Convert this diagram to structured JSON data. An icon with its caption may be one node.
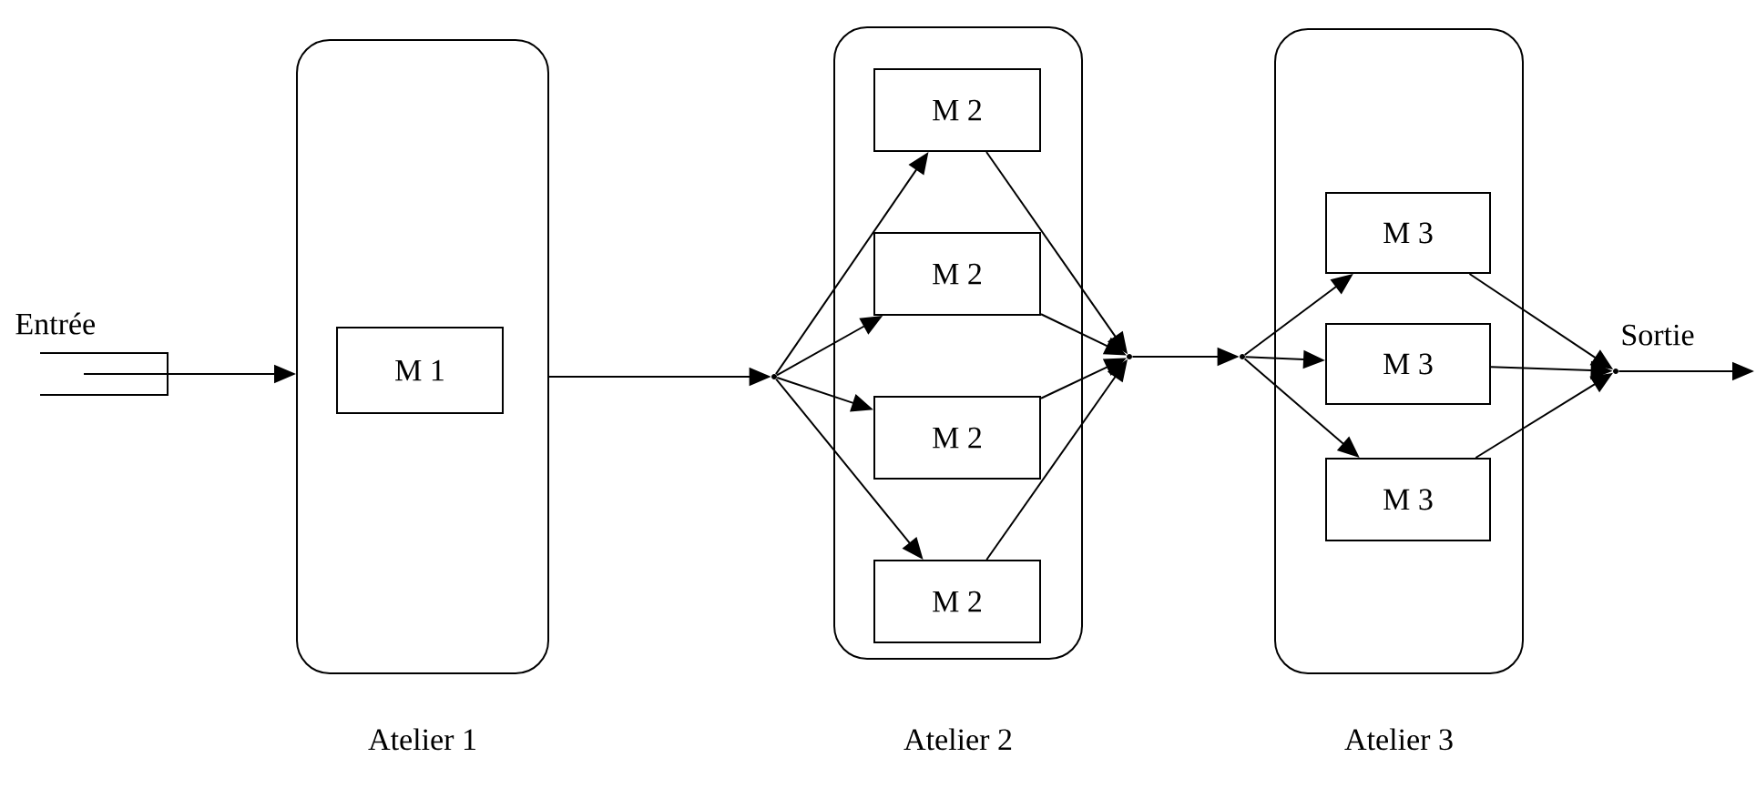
{
  "diagram": {
    "nodes": [
      {
        "text": [
          "Entrée"
        ]
      },
      {
        "text": [
          "Atelier 1"
        ]
      },
      {
        "text": [
          "M 1"
        ],
        "in": 1
      },
      {
        "text": [
          "Atelier 2"
        ]
      },
      {
        "text": [
          "M 2"
        ],
        "in": 3
      },
      {
        "text": [
          "M 2"
        ],
        "in": 3
      },
      {
        "text": [
          "M 2"
        ],
        "in": 3
      },
      {
        "text": [
          "M 2"
        ],
        "in": 3
      },
      {
        "text": [
          "Atelier 3"
        ]
      },
      {
        "text": [
          "M 3"
        ],
        "in": 8
      },
      {
        "text": [
          "M 3"
        ],
        "in": 8
      },
      {
        "text": [
          "M 3"
        ],
        "in": 8
      },
      {
        "text": [],
        "shape": "point"
      },
      {
        "text": [],
        "shape": "point"
      },
      {
        "text": [],
        "shape": "point"
      },
      {
        "text": [],
        "shape": "point",
        "beside": [
          "Sortie"
        ]
      }
    ],
    "edges": [
      {
        "from": 0,
        "to": 1,
        "arrow": "to"
      },
      {
        "from": 1,
        "to": 12,
        "arrow": "to"
      },
      {
        "from": 12,
        "to": 4,
        "arrow": "to"
      },
      {
        "from": 12,
        "to": 5,
        "arrow": "to"
      },
      {
        "from": 12,
        "to": 6,
        "arrow": "to"
      },
      {
        "from": 12,
        "to": 7,
        "arrow": "to"
      },
      {
        "from": 4,
        "to": 13,
        "arrow": "to"
      },
      {
        "from": 5,
        "to": 13,
        "arrow": "to"
      },
      {
        "from": 6,
        "to": 13,
        "arrow": "to"
      },
      {
        "from": 7,
        "to": 13,
        "arrow": "to"
      },
      {
        "from": 13,
        "to": 14,
        "arrow": "to"
      },
      {
        "from": 14,
        "to": 9,
        "arrow": "to"
      },
      {
        "from": 14,
        "to": 10,
        "arrow": "to"
      },
      {
        "from": 14,
        "to": 11,
        "arrow": "to"
      },
      {
        "from": 9,
        "to": 15,
        "arrow": "to"
      },
      {
        "from": 10,
        "to": 15,
        "arrow": "to"
      },
      {
        "from": 11,
        "to": 15,
        "arrow": "to"
      },
      {
        "from": 15,
        "to": null,
        "arrow": "to"
      }
    ]
  }
}
